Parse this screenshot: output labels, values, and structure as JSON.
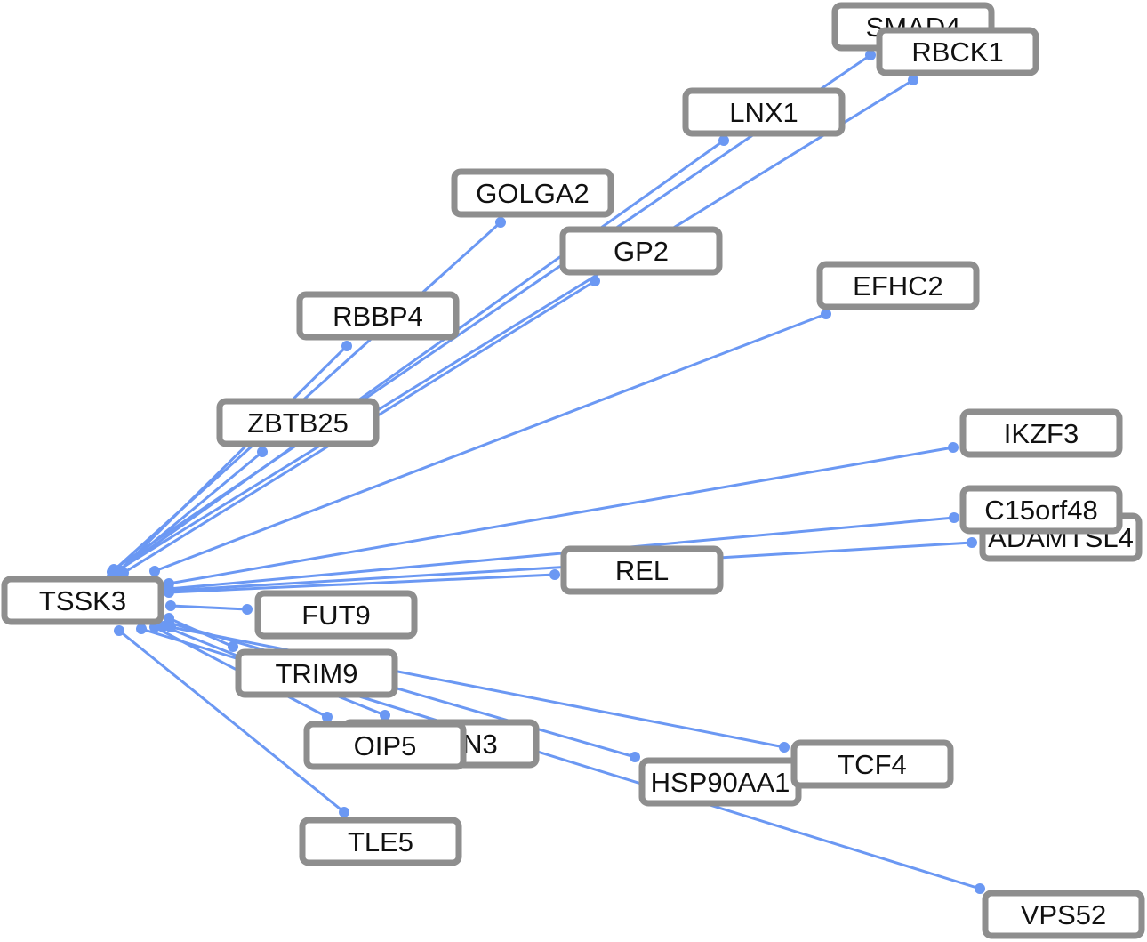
{
  "colors": {
    "edge": "#6b98f3",
    "node_border": "#8e8e8e",
    "node_fill": "#ffffff",
    "label": "#111111"
  },
  "nodes": [
    {
      "id": "SMAD4",
      "label": "SMAD4"
    },
    {
      "id": "RBCK1",
      "label": "RBCK1"
    },
    {
      "id": "LNX1",
      "label": "LNX1"
    },
    {
      "id": "GOLGA2",
      "label": "GOLGA2"
    },
    {
      "id": "GP2",
      "label": "GP2"
    },
    {
      "id": "EFHC2",
      "label": "EFHC2"
    },
    {
      "id": "RBBP4",
      "label": "RBBP4"
    },
    {
      "id": "ZBTB25",
      "label": "ZBTB25"
    },
    {
      "id": "IKZF3",
      "label": "IKZF3"
    },
    {
      "id": "ADAMTSL4",
      "label": "ADAMTSL4"
    },
    {
      "id": "C15orf48",
      "label": "C15orf48"
    },
    {
      "id": "REL",
      "label": "REL"
    },
    {
      "id": "FUT9",
      "label": "FUT9"
    },
    {
      "id": "CALN3",
      "label": "N3"
    },
    {
      "id": "TRIM9",
      "label": "TRIM9"
    },
    {
      "id": "OIP5",
      "label": "OIP5"
    },
    {
      "id": "HSP90AA1",
      "label": "HSP90AA1"
    },
    {
      "id": "TCF4",
      "label": "TCF4"
    },
    {
      "id": "TLE5",
      "label": "TLE5"
    },
    {
      "id": "VPS52",
      "label": "VPS52"
    },
    {
      "id": "TSSK3",
      "label": "TSSK3"
    }
  ],
  "edges": [
    {
      "source": "TSSK3",
      "target": "SMAD4"
    },
    {
      "source": "TSSK3",
      "target": "RBCK1"
    },
    {
      "source": "TSSK3",
      "target": "LNX1"
    },
    {
      "source": "TSSK3",
      "target": "GOLGA2"
    },
    {
      "source": "TSSK3",
      "target": "GP2"
    },
    {
      "source": "TSSK3",
      "target": "RBBP4"
    },
    {
      "source": "TSSK3",
      "target": "ZBTB25"
    },
    {
      "source": "TSSK3",
      "target": "EFHC2"
    },
    {
      "source": "TSSK3",
      "target": "IKZF3"
    },
    {
      "source": "TSSK3",
      "target": "C15orf48"
    },
    {
      "source": "TSSK3",
      "target": "ADAMTSL4"
    },
    {
      "source": "TSSK3",
      "target": "REL"
    },
    {
      "source": "TSSK3",
      "target": "FUT9"
    },
    {
      "source": "TSSK3",
      "target": "TRIM9"
    },
    {
      "source": "TSSK3",
      "target": "OIP5"
    },
    {
      "source": "TSSK3",
      "target": "CALN3"
    },
    {
      "source": "TSSK3",
      "target": "HSP90AA1"
    },
    {
      "source": "TSSK3",
      "target": "TCF4"
    },
    {
      "source": "TSSK3",
      "target": "VPS52"
    },
    {
      "source": "TSSK3",
      "target": "TLE5"
    }
  ]
}
